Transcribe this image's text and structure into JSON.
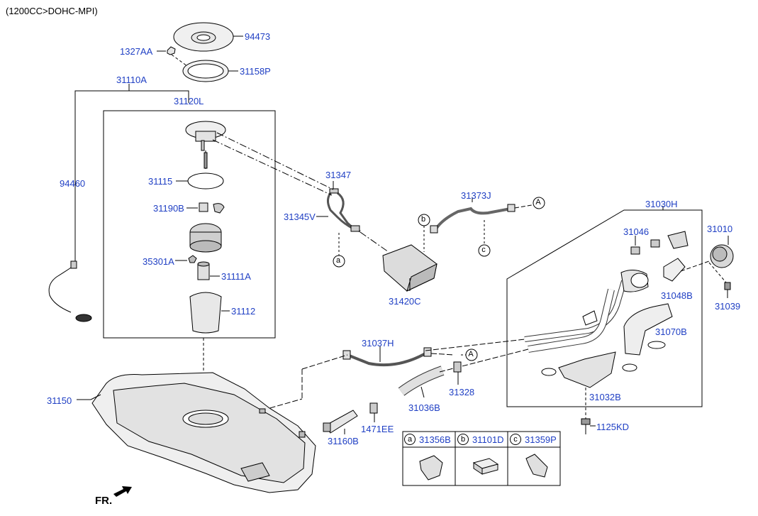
{
  "header": "(1200CC>DOHC-MPI)",
  "direction_label": "FR.",
  "parts": {
    "p94473": "94473",
    "p1327AA": "1327AA",
    "p31158P": "31158P",
    "p31110A": "31110A",
    "p31120L": "31120L",
    "p94460": "94460",
    "p31115": "31115",
    "p31190B": "31190B",
    "p35301A": "35301A",
    "p31111A": "31111A",
    "p31112": "31112",
    "p31347": "31347",
    "p31345V": "31345V",
    "p31373J": "31373J",
    "p31420C": "31420C",
    "p31030H": "31030H",
    "p31046": "31046",
    "p31010": "31010",
    "p31048B": "31048B",
    "p31039": "31039",
    "p31070B": "31070B",
    "p31037H": "31037H",
    "p31328": "31328",
    "p31036B": "31036B",
    "p31032B": "31032B",
    "p1125KD": "1125KD",
    "p31150": "31150",
    "p1471EE": "1471EE",
    "p31160B": "31160B"
  },
  "callouts": {
    "a": "a",
    "b": "b",
    "c": "c",
    "A": "A"
  },
  "legend": [
    {
      "letter": "a",
      "part": "31356B"
    },
    {
      "letter": "b",
      "part": "31101D"
    },
    {
      "letter": "c",
      "part": "31359P"
    }
  ],
  "colors": {
    "part_number": "#1f3fc4",
    "line": "#000000"
  }
}
